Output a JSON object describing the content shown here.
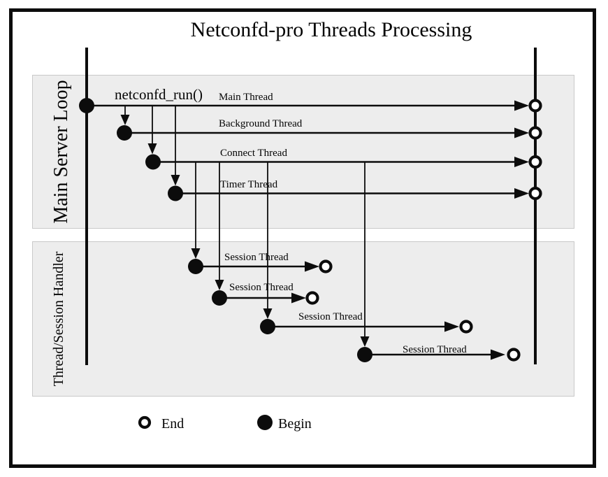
{
  "title": "Netconfd-pro Threads Processing",
  "function_label": "netconfd_run()",
  "panels": {
    "main_server_loop": {
      "label": "Main Server Loop"
    },
    "thread_session_handler": {
      "label": "Thread/Session Handler"
    }
  },
  "threads": {
    "main": [
      {
        "label": "Main Thread"
      },
      {
        "label": "Background Thread"
      },
      {
        "label": "Connect Thread"
      },
      {
        "label": "Timer Thread"
      }
    ],
    "session": [
      {
        "label": "Session Thread"
      },
      {
        "label": "Session Thread"
      },
      {
        "label": "Session Thread"
      },
      {
        "label": "Session Thread"
      }
    ]
  },
  "legend": {
    "end": {
      "label": "End",
      "marker": "end-marker-open-circle"
    },
    "begin": {
      "label": "Begin",
      "marker": "begin-marker-filled-circle"
    }
  },
  "colors": {
    "line": "#0c0c0c",
    "panel_fill": "#ededed",
    "panel_border": "#c9c9c9",
    "background": "#ffffff",
    "text": "#050505"
  }
}
